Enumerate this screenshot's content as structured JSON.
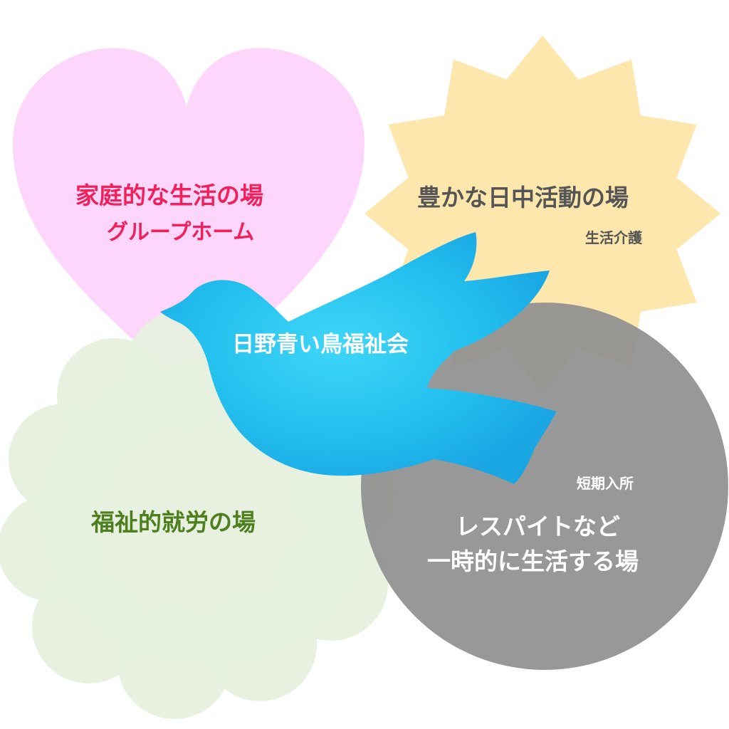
{
  "colors": {
    "heart_fill": "#ffd6fb",
    "star_fill": "#fde6a9",
    "cloud_fill": "#e7f0de",
    "circle_fill": "#8f8f8f",
    "bird_fill": "#29c9f2",
    "home_text": "#f0205a",
    "day_text": "#555555",
    "work_text": "#4e7f1f",
    "stay_text": "#ffffff",
    "org_text": "#ffffff"
  },
  "group_home": {
    "icon": "heart-shape",
    "title": "家庭的な生活の場",
    "service": "グループホーム"
  },
  "day_activity": {
    "icon": "starburst-shape",
    "title": "豊かな日中活動の場",
    "service": "生活介護"
  },
  "employment": {
    "icon": "cloud-shape",
    "title": "福祉的就労の場"
  },
  "short_stay": {
    "icon": "circle-shape",
    "service": "短期入所",
    "line1": "レスパイトなど",
    "line2": "一時的に生活する場"
  },
  "organization": {
    "icon": "bluebird-icon",
    "name": "日野青い鳥福祉会"
  }
}
